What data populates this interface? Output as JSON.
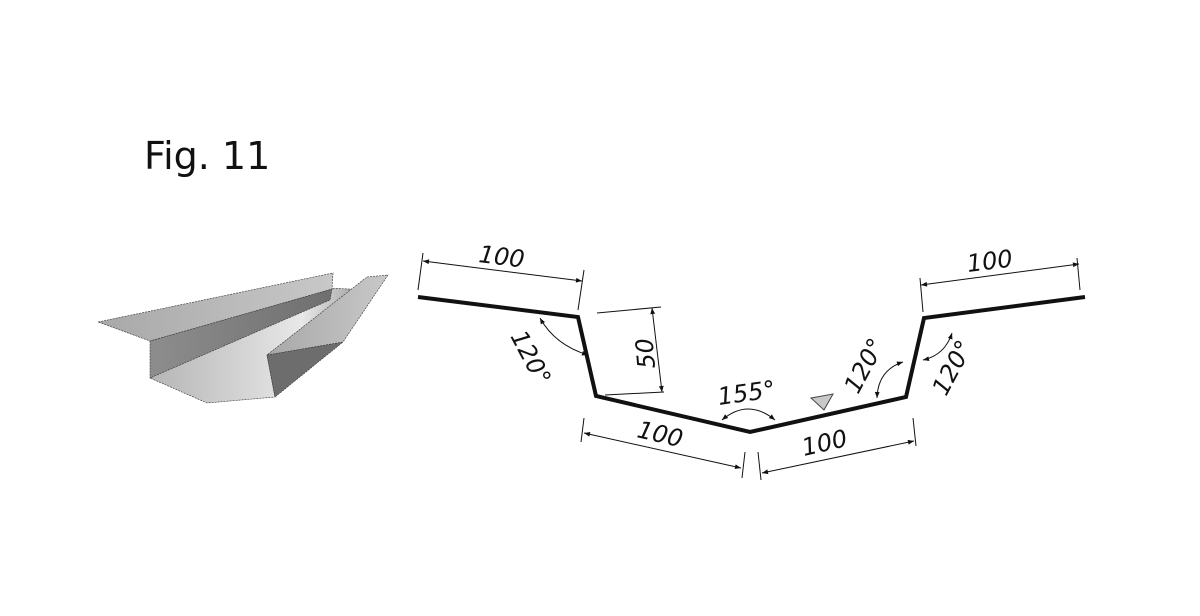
{
  "figure": {
    "title": "Fig. 11"
  },
  "dimensions": {
    "top_left_length": "100",
    "top_right_length": "100",
    "depth": "50",
    "bottom_left_length": "100",
    "bottom_right_length": "100",
    "angle_left": "120°",
    "angle_center": "155°",
    "angle_right_inner": "120°",
    "angle_right_outer": "120°"
  },
  "colors": {
    "profile": "#111111",
    "marker": "#c8c8c8",
    "metal": "#a9a9a9"
  }
}
